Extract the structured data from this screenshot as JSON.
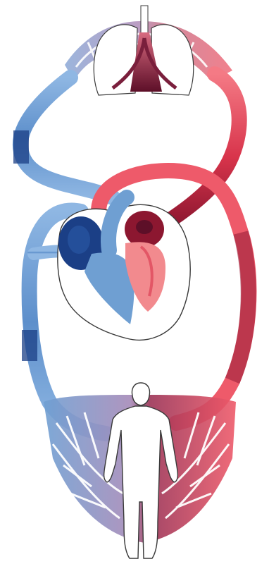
{
  "diagram": {
    "kind": "double circulation",
    "colors": {
      "deoxygenated": "#6f9fd2",
      "deoxygenated_dark": "#1b3f86",
      "oxygenated": "#ee5a6a",
      "oxygenated_dark": "#8c1730",
      "capillary_mix": "#a98ab8",
      "outline": "#3a3a3a",
      "background": "#ffffff"
    },
    "parts": {
      "lungs": "lungs-outline",
      "heart": "heart-outline",
      "body": "human-body-outline"
    }
  }
}
